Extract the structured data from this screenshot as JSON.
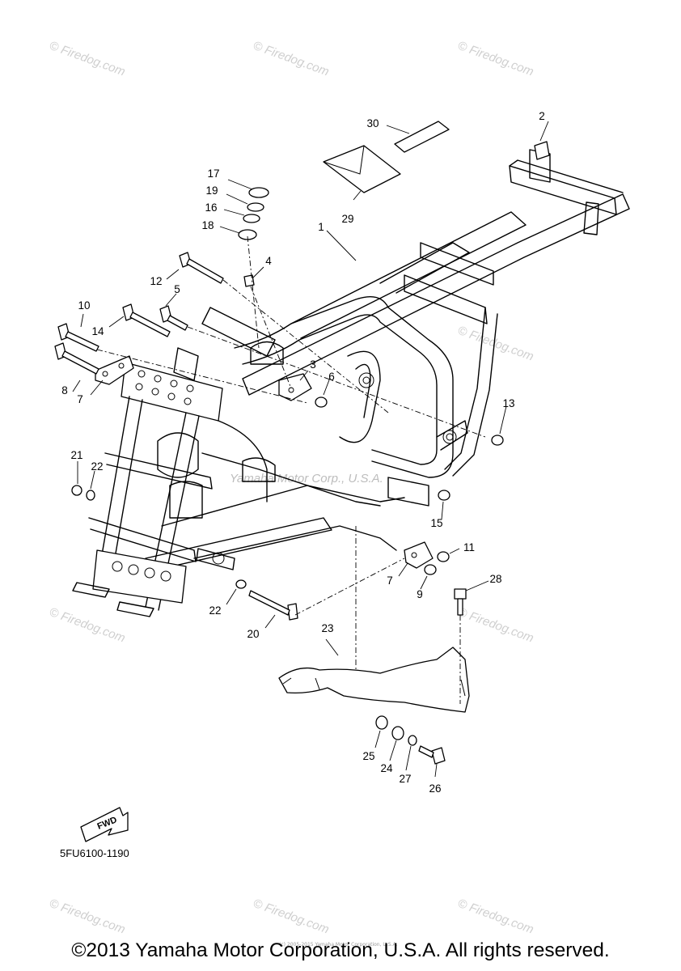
{
  "diagram_code": "5FU6100-1190",
  "fwd_label": "FWD",
  "copyright": "©2013 Yamaha Motor Corporation, U.S.A. All rights reserved.",
  "watermark_text": "© Firedog.com",
  "watermark_center": "Yamaha Motor Corp., U.S.A.",
  "tiny_note": "(c) 2005-2015 Yamaha Motor Corporation, U.S.A.",
  "callouts": [
    {
      "id": "c1",
      "text": "1"
    },
    {
      "id": "c2",
      "text": "2"
    },
    {
      "id": "c3",
      "text": "3"
    },
    {
      "id": "c4",
      "text": "4"
    },
    {
      "id": "c5",
      "text": "5"
    },
    {
      "id": "c6",
      "text": "6"
    },
    {
      "id": "c7a",
      "text": "7"
    },
    {
      "id": "c7b",
      "text": "7"
    },
    {
      "id": "c8",
      "text": "8"
    },
    {
      "id": "c9",
      "text": "9"
    },
    {
      "id": "c10",
      "text": "10"
    },
    {
      "id": "c11",
      "text": "11"
    },
    {
      "id": "c12",
      "text": "12"
    },
    {
      "id": "c13",
      "text": "13"
    },
    {
      "id": "c14",
      "text": "14"
    },
    {
      "id": "c15",
      "text": "15"
    },
    {
      "id": "c16",
      "text": "16"
    },
    {
      "id": "c17",
      "text": "17"
    },
    {
      "id": "c18",
      "text": "18"
    },
    {
      "id": "c19",
      "text": "19"
    },
    {
      "id": "c20",
      "text": "20"
    },
    {
      "id": "c21",
      "text": "21"
    },
    {
      "id": "c22a",
      "text": "22"
    },
    {
      "id": "c22b",
      "text": "22"
    },
    {
      "id": "c23",
      "text": "23"
    },
    {
      "id": "c24",
      "text": "24"
    },
    {
      "id": "c25",
      "text": "25"
    },
    {
      "id": "c26",
      "text": "26"
    },
    {
      "id": "c27",
      "text": "27"
    },
    {
      "id": "c28",
      "text": "28"
    },
    {
      "id": "c29",
      "text": "29"
    },
    {
      "id": "c30",
      "text": "30"
    }
  ]
}
